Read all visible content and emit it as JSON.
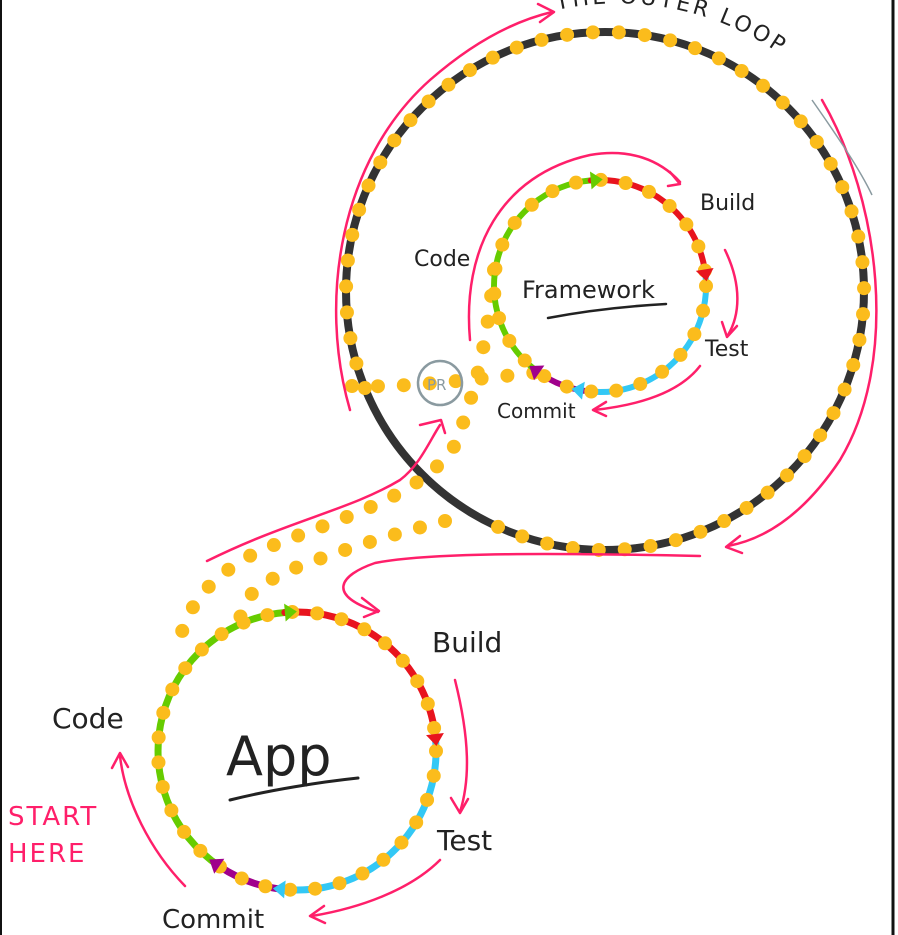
{
  "outer_loop": {
    "title": "THE OUTER LOOP",
    "color": "#333333"
  },
  "framework": {
    "name": "Framework",
    "labels": {
      "code": "Code",
      "build": "Build",
      "test": "Test",
      "commit": "Commit"
    },
    "pr_label": "PR"
  },
  "app": {
    "name": "App",
    "labels": {
      "code": "Code",
      "build": "Build",
      "test": "Test",
      "commit": "Commit"
    }
  },
  "start": {
    "line1": "START",
    "line2": "HERE"
  },
  "colors": {
    "code": "#66cc00",
    "build": "#e8141e",
    "test": "#33c8f5",
    "commit": "#a0008c",
    "dots": "#fbbc1c",
    "arrows": "#ff1f6a",
    "pr": "#8a9aa0"
  }
}
